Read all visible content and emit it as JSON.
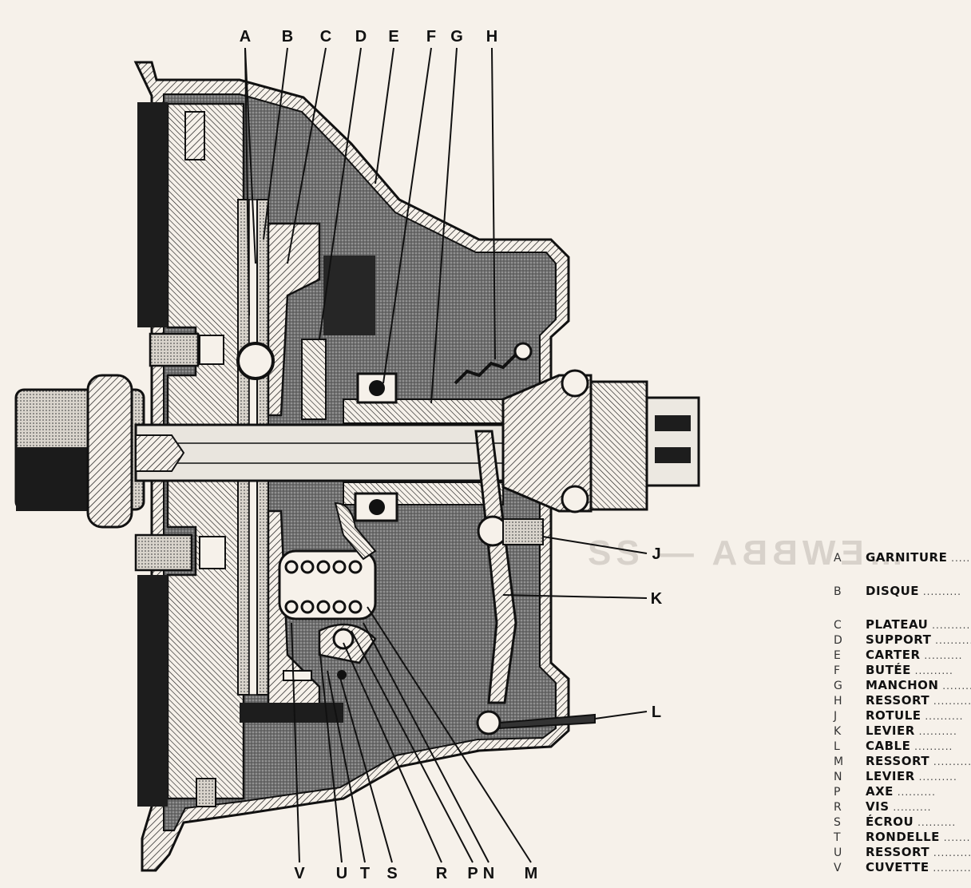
{
  "top_callouts": [
    "A",
    "B",
    "C",
    "D",
    "E",
    "F",
    "G",
    "H"
  ],
  "right_callouts": [
    "J",
    "K",
    "L"
  ],
  "bottom_callouts": [
    "V",
    "U",
    "T",
    "S",
    "R",
    "P",
    "N",
    "M"
  ],
  "ghost_text": "…EWBBA — ƧƧ",
  "legend": [
    {
      "letter": "A",
      "name": "GARNITURE"
    },
    {
      "letter": "B",
      "name": "DISQUE"
    },
    {
      "letter": "C",
      "name": "PLATEAU"
    },
    {
      "letter": "D",
      "name": "SUPPORT"
    },
    {
      "letter": "E",
      "name": "CARTER"
    },
    {
      "letter": "F",
      "name": "BUTÉE"
    },
    {
      "letter": "G",
      "name": "MANCHON"
    },
    {
      "letter": "H",
      "name": "RESSORT"
    },
    {
      "letter": "J",
      "name": "ROTULE"
    },
    {
      "letter": "K",
      "name": "LEVIER"
    },
    {
      "letter": "L",
      "name": "CABLE"
    },
    {
      "letter": "M",
      "name": "RESSORT"
    },
    {
      "letter": "N",
      "name": "LEVIER"
    },
    {
      "letter": "P",
      "name": "AXE"
    },
    {
      "letter": "R",
      "name": "VIS"
    },
    {
      "letter": "S",
      "name": "ÉCROU"
    },
    {
      "letter": "T",
      "name": "RONDELLE"
    },
    {
      "letter": "U",
      "name": "RESSORT"
    },
    {
      "letter": "V",
      "name": "CUVETTE"
    }
  ],
  "colors": {
    "paper": "#f6f1ea",
    "ink": "#111111",
    "stipple": "#7a7a7a",
    "dark_fill": "#2b2b2b"
  }
}
